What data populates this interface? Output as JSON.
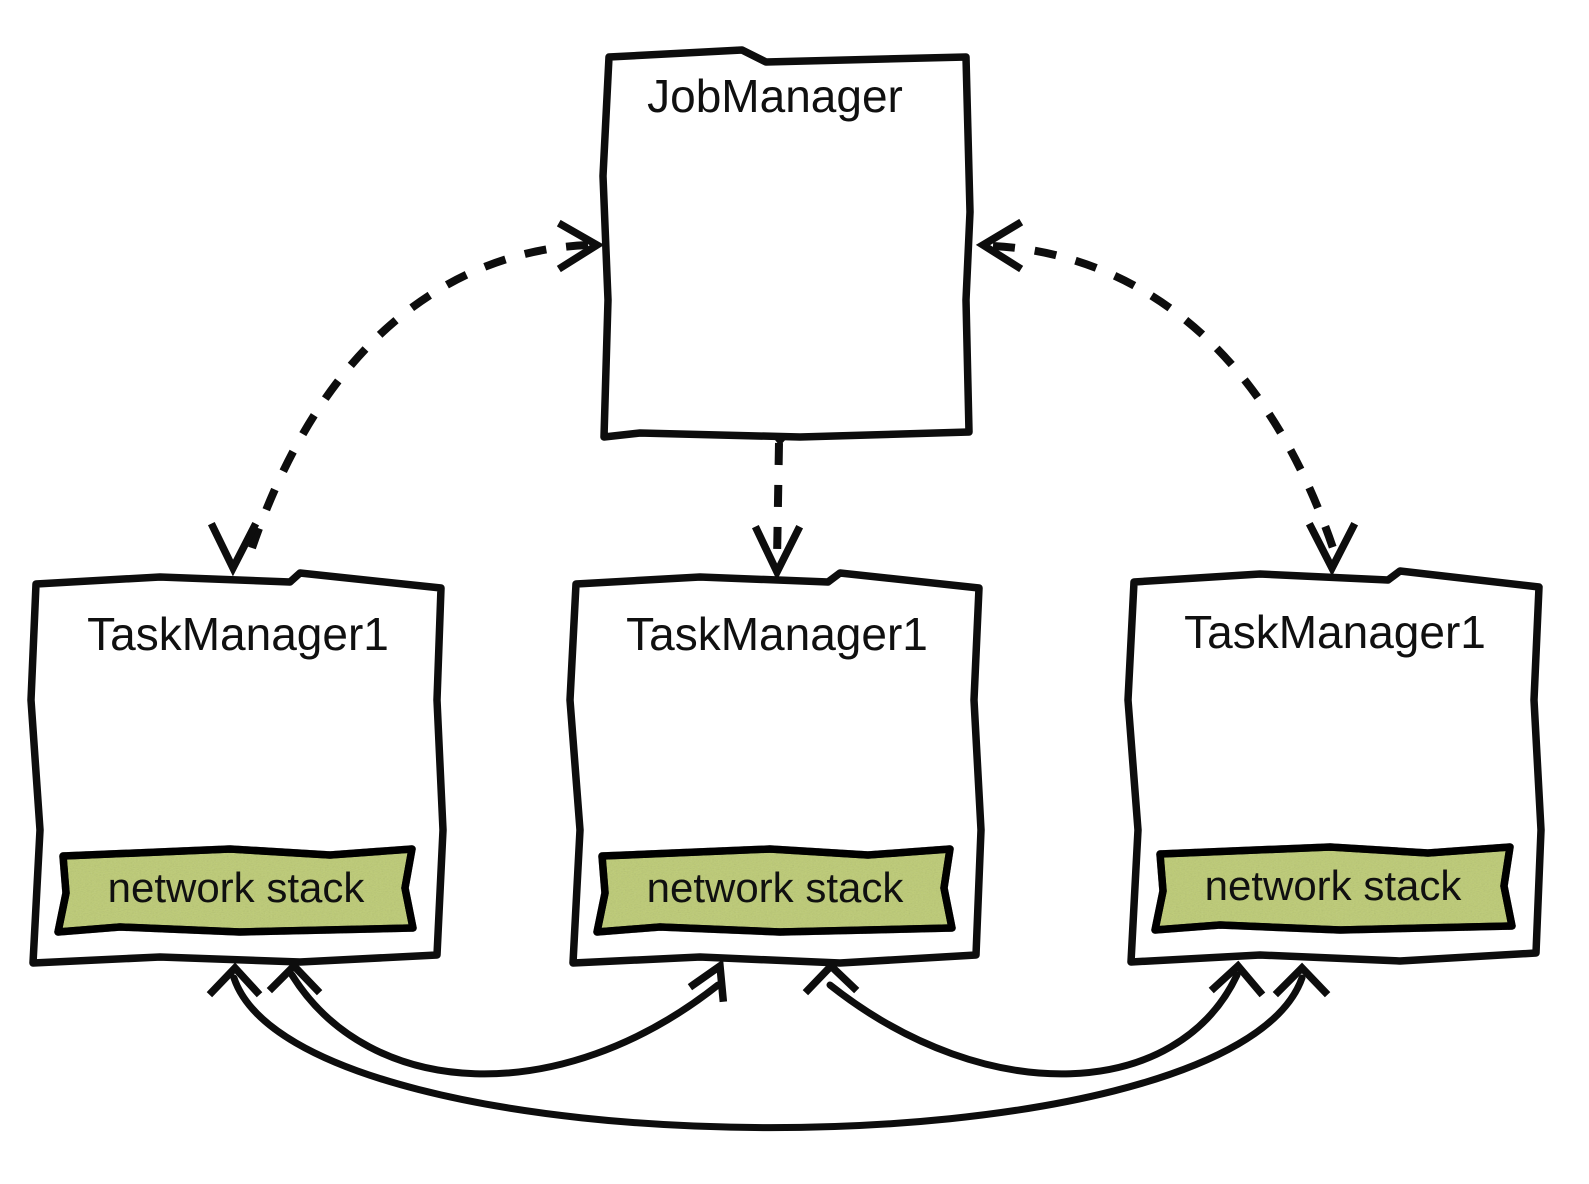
{
  "diagram": {
    "title": "Flink cluster JobManager and TaskManager network stack diagram",
    "background_color": "#ffffff",
    "stroke_color": "#0d0d0d",
    "stack_fill_color": "#dde5b0",
    "nodes": [
      {
        "id": "jobmanager",
        "label": "JobManager",
        "role": "coordinator"
      },
      {
        "id": "taskmanager-left",
        "label": "TaskManager1",
        "role": "worker",
        "component_label": "network stack"
      },
      {
        "id": "taskmanager-middle",
        "label": "TaskManager1",
        "role": "worker",
        "component_label": "network stack"
      },
      {
        "id": "taskmanager-right",
        "label": "TaskManager1",
        "role": "worker",
        "component_label": "network stack"
      }
    ],
    "edges": [
      {
        "id": "edge-jm-tm-left",
        "from": "jobmanager",
        "to": "taskmanager-left",
        "style": "dashed",
        "direction": "bidirectional"
      },
      {
        "id": "edge-jm-tm-middle",
        "from": "jobmanager",
        "to": "taskmanager-middle",
        "style": "dashed",
        "direction": "bidirectional"
      },
      {
        "id": "edge-jm-tm-right",
        "from": "jobmanager",
        "to": "taskmanager-right",
        "style": "dashed",
        "direction": "bidirectional"
      },
      {
        "id": "edge-tm-left-middle",
        "from": "taskmanager-left",
        "to": "taskmanager-middle",
        "style": "solid",
        "direction": "bidirectional"
      },
      {
        "id": "edge-tm-middle-right",
        "from": "taskmanager-middle",
        "to": "taskmanager-right",
        "style": "solid",
        "direction": "bidirectional"
      },
      {
        "id": "edge-tm-left-right",
        "from": "taskmanager-left",
        "to": "taskmanager-right",
        "style": "solid",
        "direction": "bidirectional"
      }
    ]
  }
}
